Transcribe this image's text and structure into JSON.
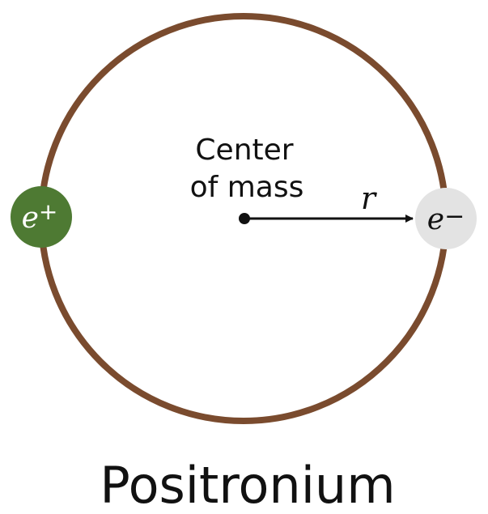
{
  "title": "Positronium",
  "center_label": {
    "line1": "Center",
    "line2": "of mass"
  },
  "radius_label": "r",
  "particles": {
    "positron": {
      "symbol": "e",
      "charge": "+",
      "color": "#4e7a33"
    },
    "electron": {
      "symbol": "e",
      "charge": "−",
      "color": "#e3e3e3"
    }
  },
  "colors": {
    "orbit": "#7a4b2e",
    "text": "#111111"
  }
}
